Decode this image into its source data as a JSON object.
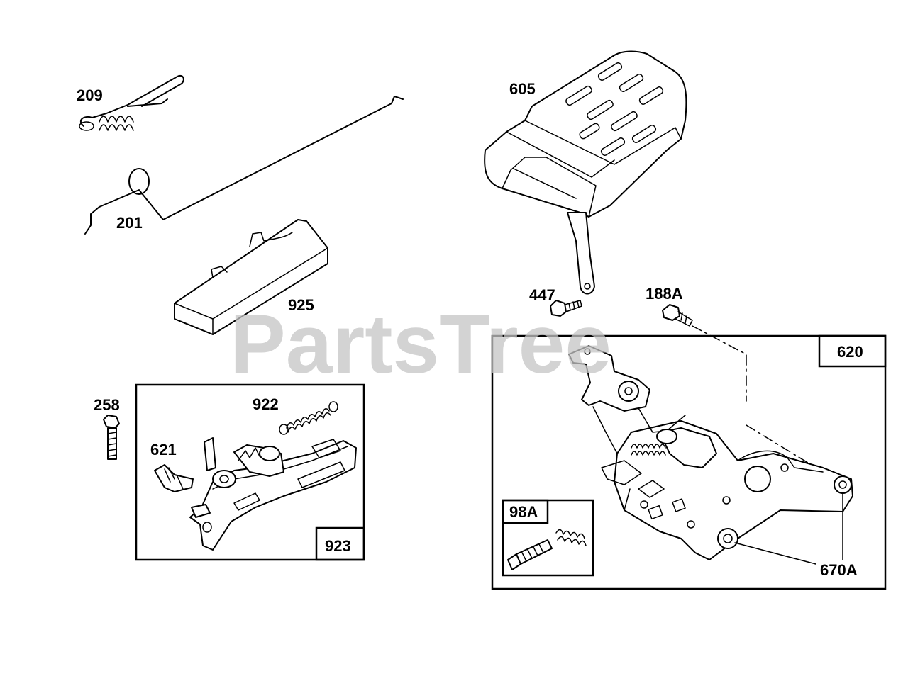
{
  "watermark": "PartsTree",
  "labels": {
    "p209": "209",
    "p201": "201",
    "p925": "925",
    "p605": "605",
    "p447": "447",
    "p188A": "188A",
    "p620": "620",
    "p258": "258",
    "p922": "922",
    "p621": "621",
    "p923": "923",
    "p98A": "98A",
    "p670A": "670A"
  }
}
